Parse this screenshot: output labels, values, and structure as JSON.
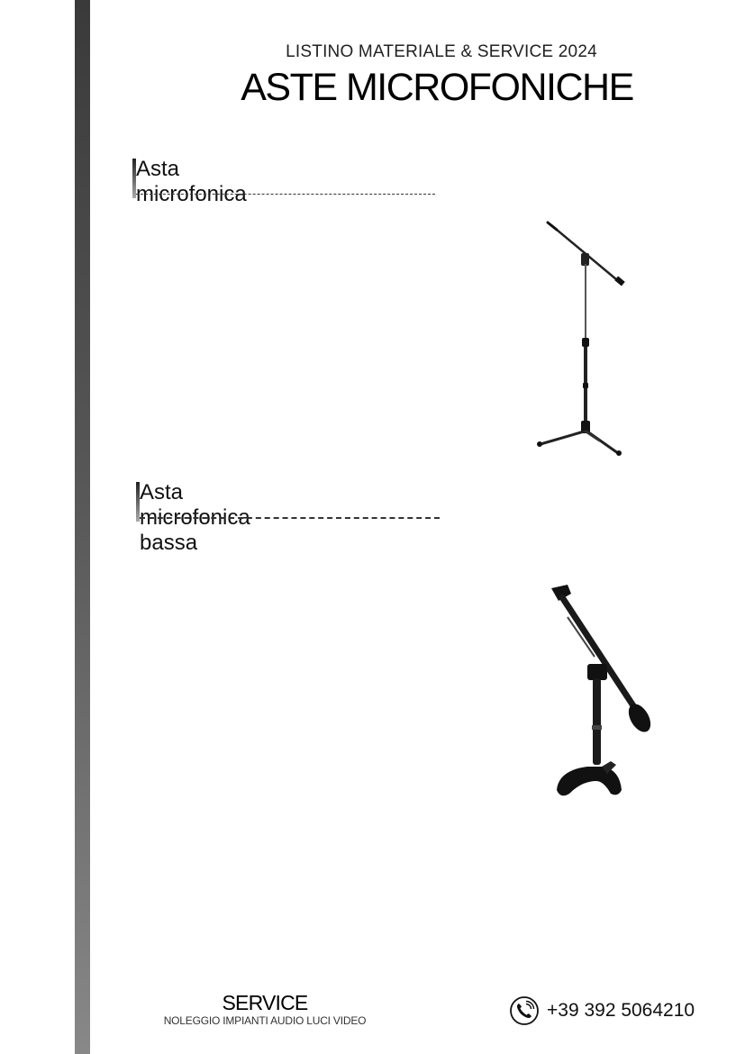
{
  "header": {
    "subtitle": "LISTINO MATERIALE & SERVICE 2024",
    "title": "ASTE MICROFONICHE"
  },
  "sections": [
    {
      "heading": "Asta microfonica",
      "image_icon": "boom-mic-stand"
    },
    {
      "heading": "Asta microfonica bassa",
      "image_icon": "short-boom-mic-stand"
    }
  ],
  "footer": {
    "brand": "SERVICE",
    "tagline": "NOLEGGIO IMPIANTI AUDIO LUCI VIDEO",
    "phone": "+39 392 5064210",
    "phone_icon": "phone-icon"
  },
  "colors": {
    "sidebar_top": "#3a3a3a",
    "sidebar_bottom": "#888888",
    "text": "#111111"
  }
}
